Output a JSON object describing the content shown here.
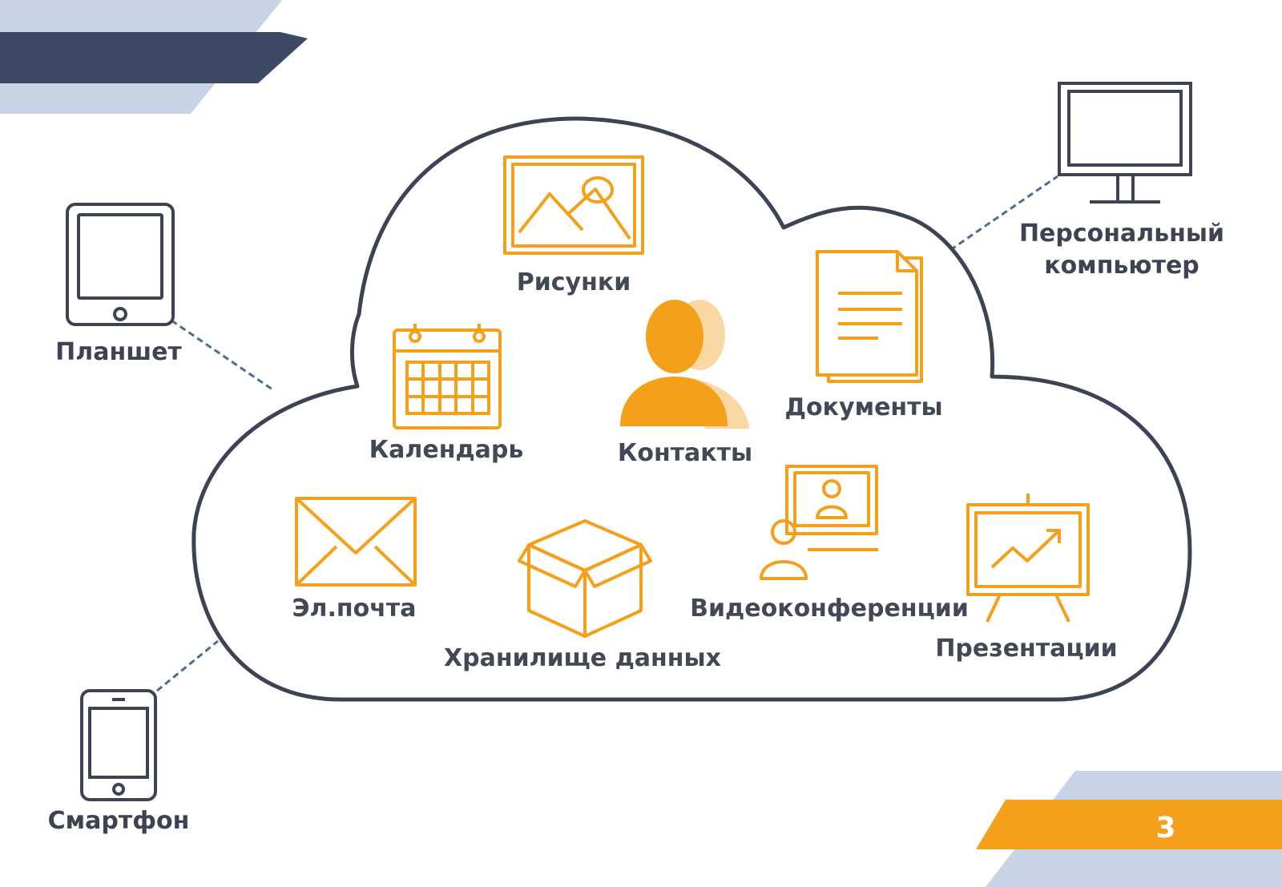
{
  "colors": {
    "dark_navy": "#3d4a66",
    "light_blue": "#c9d3e6",
    "accent_orange": "#f5a01a",
    "outline": "#3d4353"
  },
  "devices": {
    "tablet": {
      "label": "Планшет",
      "icon": "tablet-icon"
    },
    "smartphone": {
      "label": "Смартфон",
      "icon": "smartphone-icon"
    },
    "pc": {
      "label_line1": "Персональный",
      "label_line2": "компьютер",
      "icon": "monitor-icon"
    }
  },
  "services": {
    "pictures": {
      "label": "Рисунки",
      "icon": "picture-icon"
    },
    "calendar": {
      "label": "Календарь",
      "icon": "calendar-icon"
    },
    "contacts": {
      "label": "Контакты",
      "icon": "contacts-icon"
    },
    "documents": {
      "label": "Документы",
      "icon": "documents-icon"
    },
    "email": {
      "label": "Эл.почта",
      "icon": "envelope-icon"
    },
    "storage": {
      "label": "Хранилище данных",
      "icon": "box-icon"
    },
    "video": {
      "label": "Видеоконференции",
      "icon": "video-conference-icon"
    },
    "presentations": {
      "label": "Презентации",
      "icon": "presentation-icon"
    }
  },
  "page": {
    "number": "3"
  }
}
